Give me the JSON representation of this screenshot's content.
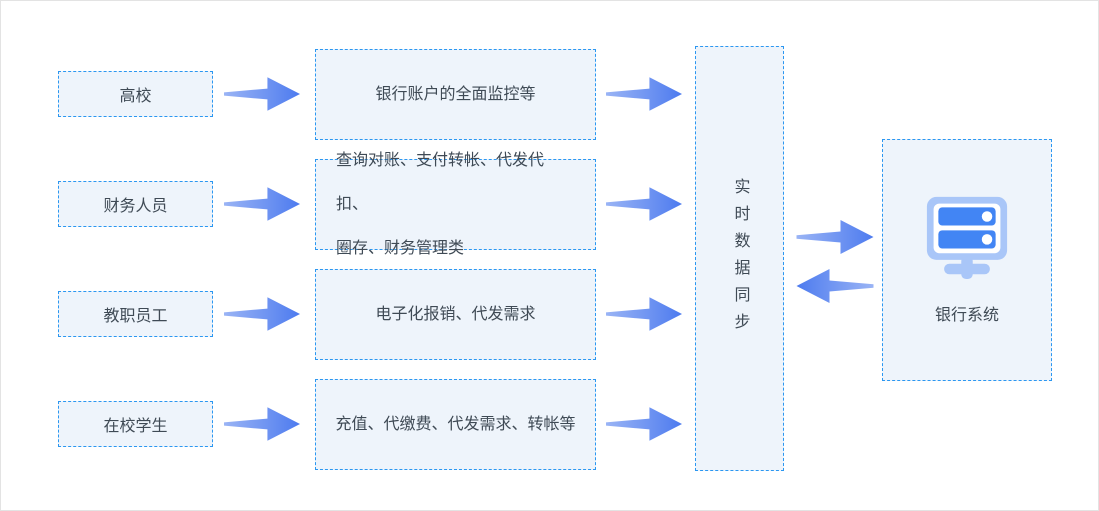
{
  "figure": {
    "type": "flow-diagram",
    "rows": [
      {
        "actor": "高校",
        "services": "银行账户的全面监控等"
      },
      {
        "actor": "财务人员",
        "services": "查询对账、支付转帐、代发代扣、\n圈存、财务管理类"
      },
      {
        "actor": "教职员工",
        "services": "电子化报销、代发需求"
      },
      {
        "actor": "在校学生",
        "services": "充值、代缴费、代发需求、转帐等"
      }
    ],
    "sync": {
      "label": "实时数据同步"
    },
    "bank": {
      "label": "银行系统",
      "icon": "server-icon"
    },
    "icons": {
      "forward": "arrow-right-icon",
      "backward": "arrow-left-icon"
    },
    "colors": {
      "box_fill": "#eef4fb",
      "box_border": "#2b97f1",
      "text": "#3f4a55",
      "arrow_dark": "#4d7bef",
      "arrow_light": "#9ab4f5",
      "icon_primary": "#4285f4",
      "icon_light": "#a9c6f8"
    }
  }
}
